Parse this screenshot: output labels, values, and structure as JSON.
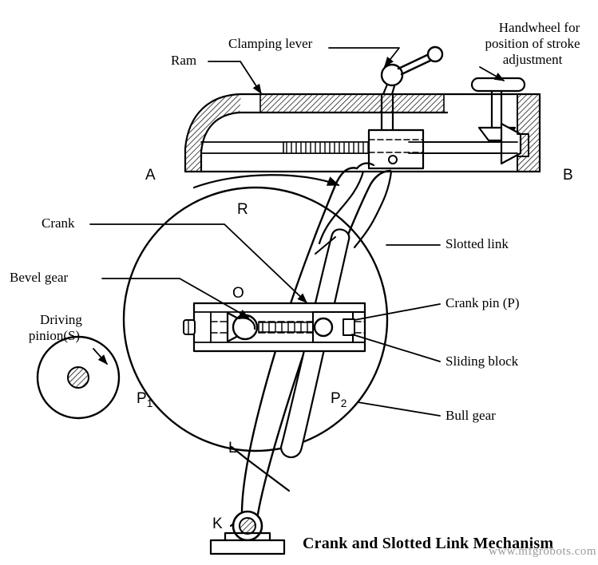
{
  "figure": {
    "title": "Crank and Slotted Link Mechanism",
    "watermark": "www.mfgrobots.com",
    "type": "engineering-line-diagram",
    "subject": "Shaper machine quick return crank and slotted link mechanism"
  },
  "callouts": {
    "handwheel": "Handwheel for\nposition of stroke\nadjustment",
    "clamping_lever": "Clamping lever",
    "ram": "Ram",
    "crank": "Crank",
    "bevel_gear": "Bevel gear",
    "driving_pinion": "Driving\npinion(S)",
    "slotted_link": "Slotted link",
    "crank_pin": "Crank pin (P)",
    "sliding_block": "Sliding block",
    "bull_gear": "Bull gear"
  },
  "point_labels": {
    "a": "A",
    "b": "B",
    "r": "R",
    "o": "O",
    "l": "L",
    "k": "K",
    "p1_base": "P",
    "p1_sub": "1",
    "p2_base": "P",
    "p2_sub": "2"
  },
  "colors": {
    "stroke": "#000000",
    "background": "#ffffff",
    "watermark": "#9a9a9a"
  }
}
